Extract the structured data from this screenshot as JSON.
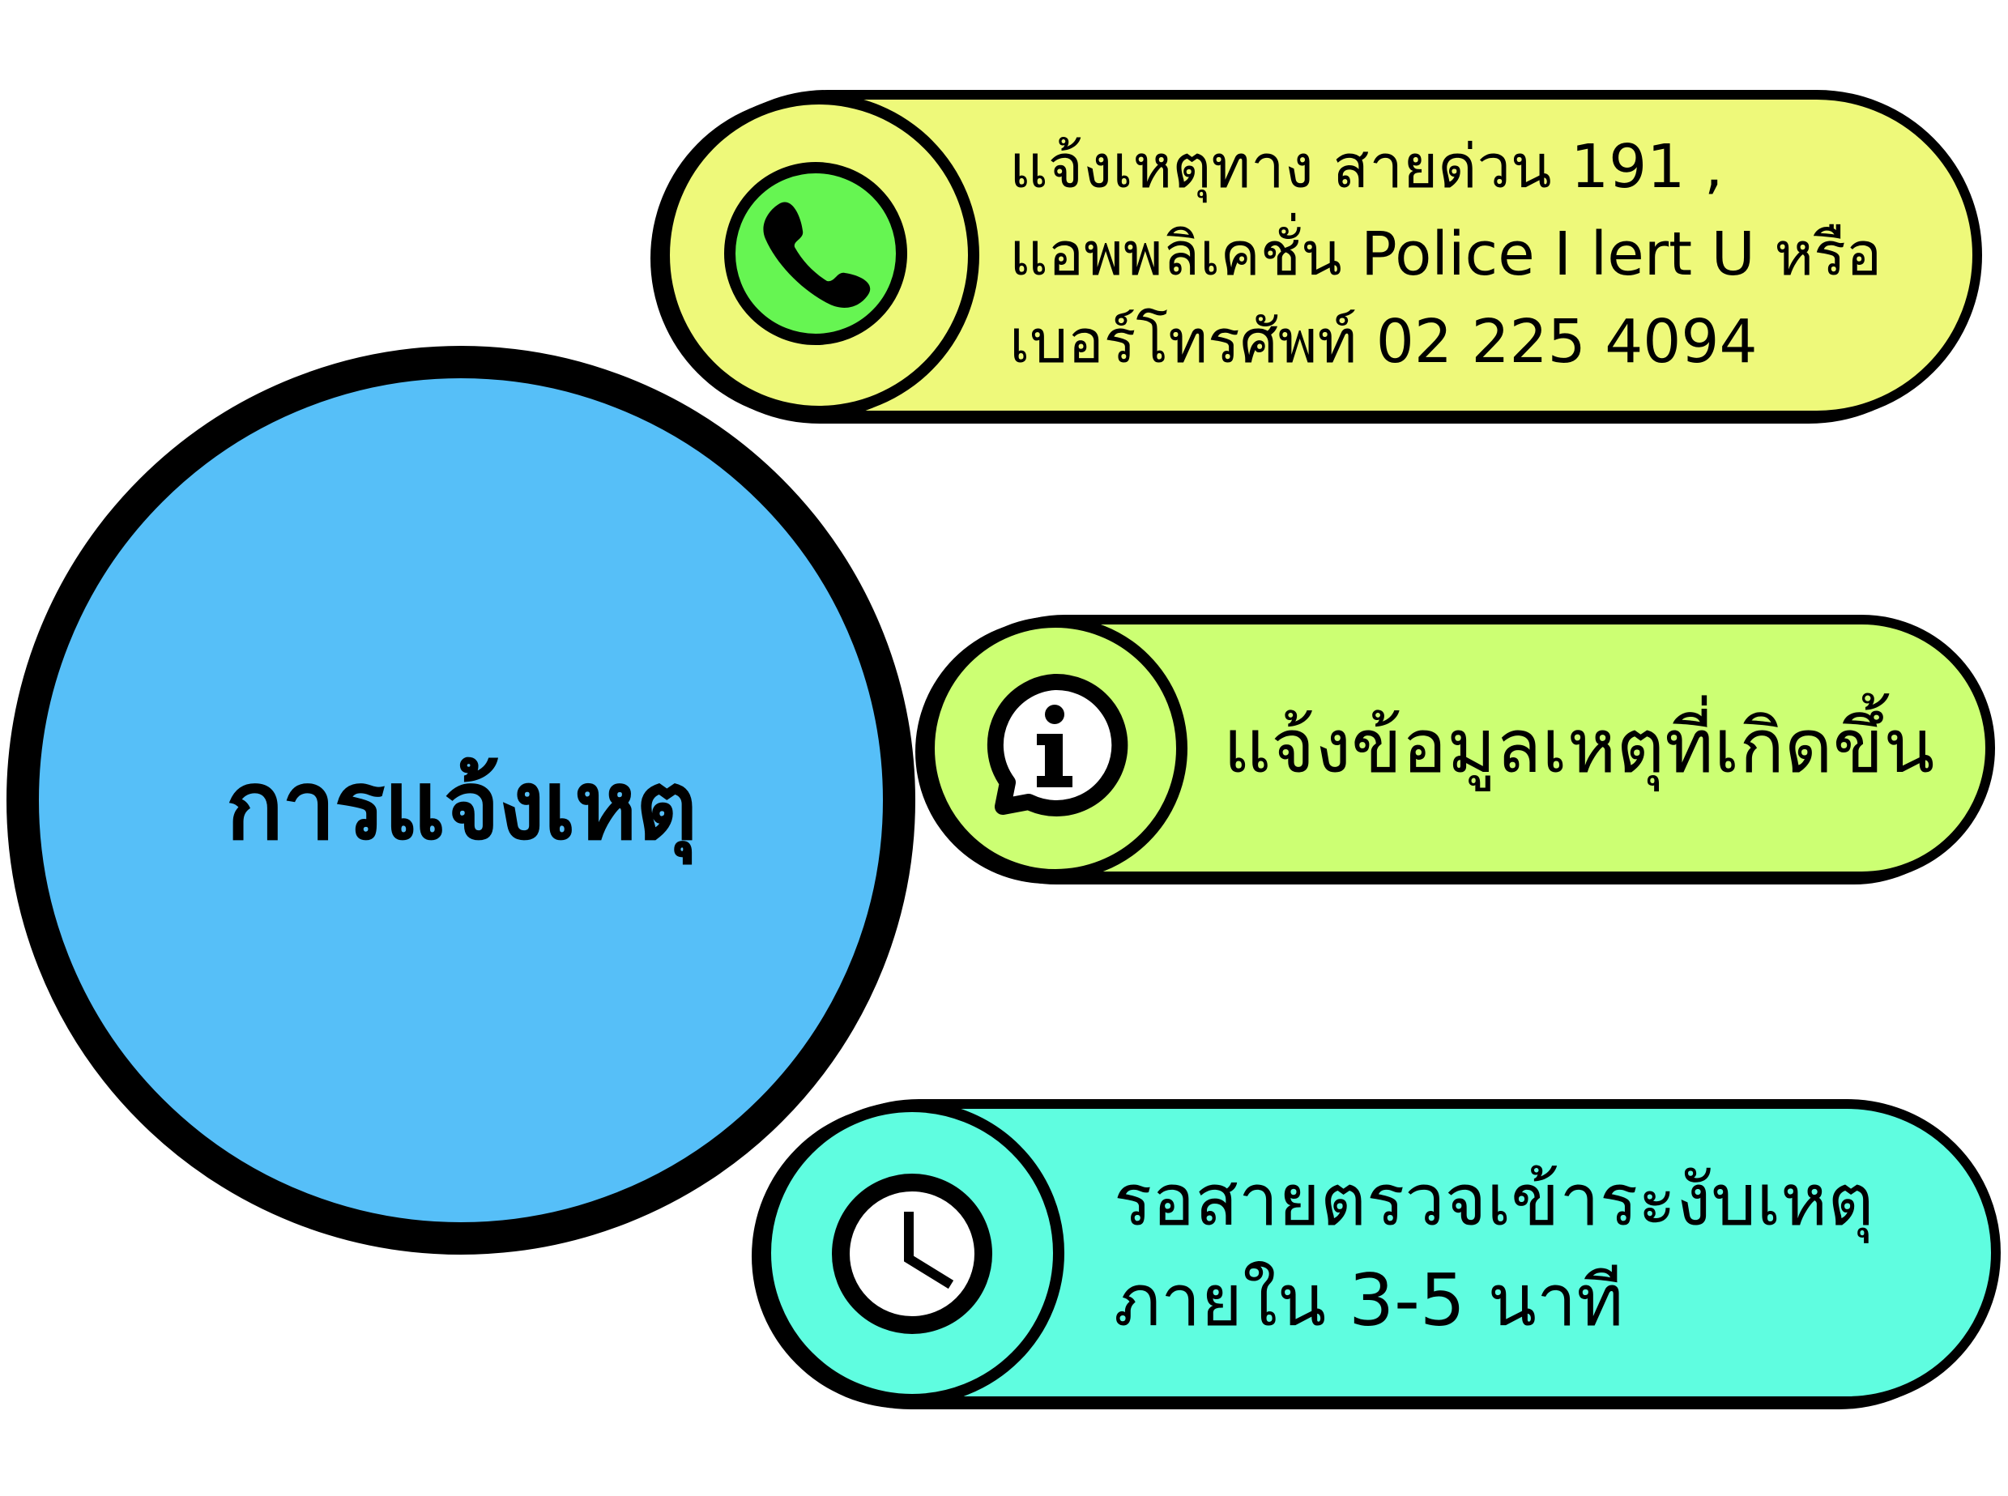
{
  "main": {
    "title": "การแจ้งเหตุ"
  },
  "items": [
    {
      "icon": "phone-icon",
      "lines": [
        "แจ้งเหตุทาง สายด่วน 191 ,",
        "แอพพลิเคชั่น Police I lert U หรือ",
        "เบอร์โทรศัพท์ 02 225 4094"
      ]
    },
    {
      "icon": "info-chat-icon",
      "lines": [
        "แจ้งข้อมูลเหตุที่เกิดขึ้น"
      ]
    },
    {
      "icon": "clock-icon",
      "lines": [
        "รอสายตรวจเข้าระงับเหตุ",
        "ภายใน 3-5 นาที"
      ]
    }
  ],
  "colors": {
    "main": "#56bff8",
    "item1": "#eef97a",
    "item2": "#ccff73",
    "item3": "#5ffde0",
    "phone": "#66f552"
  }
}
